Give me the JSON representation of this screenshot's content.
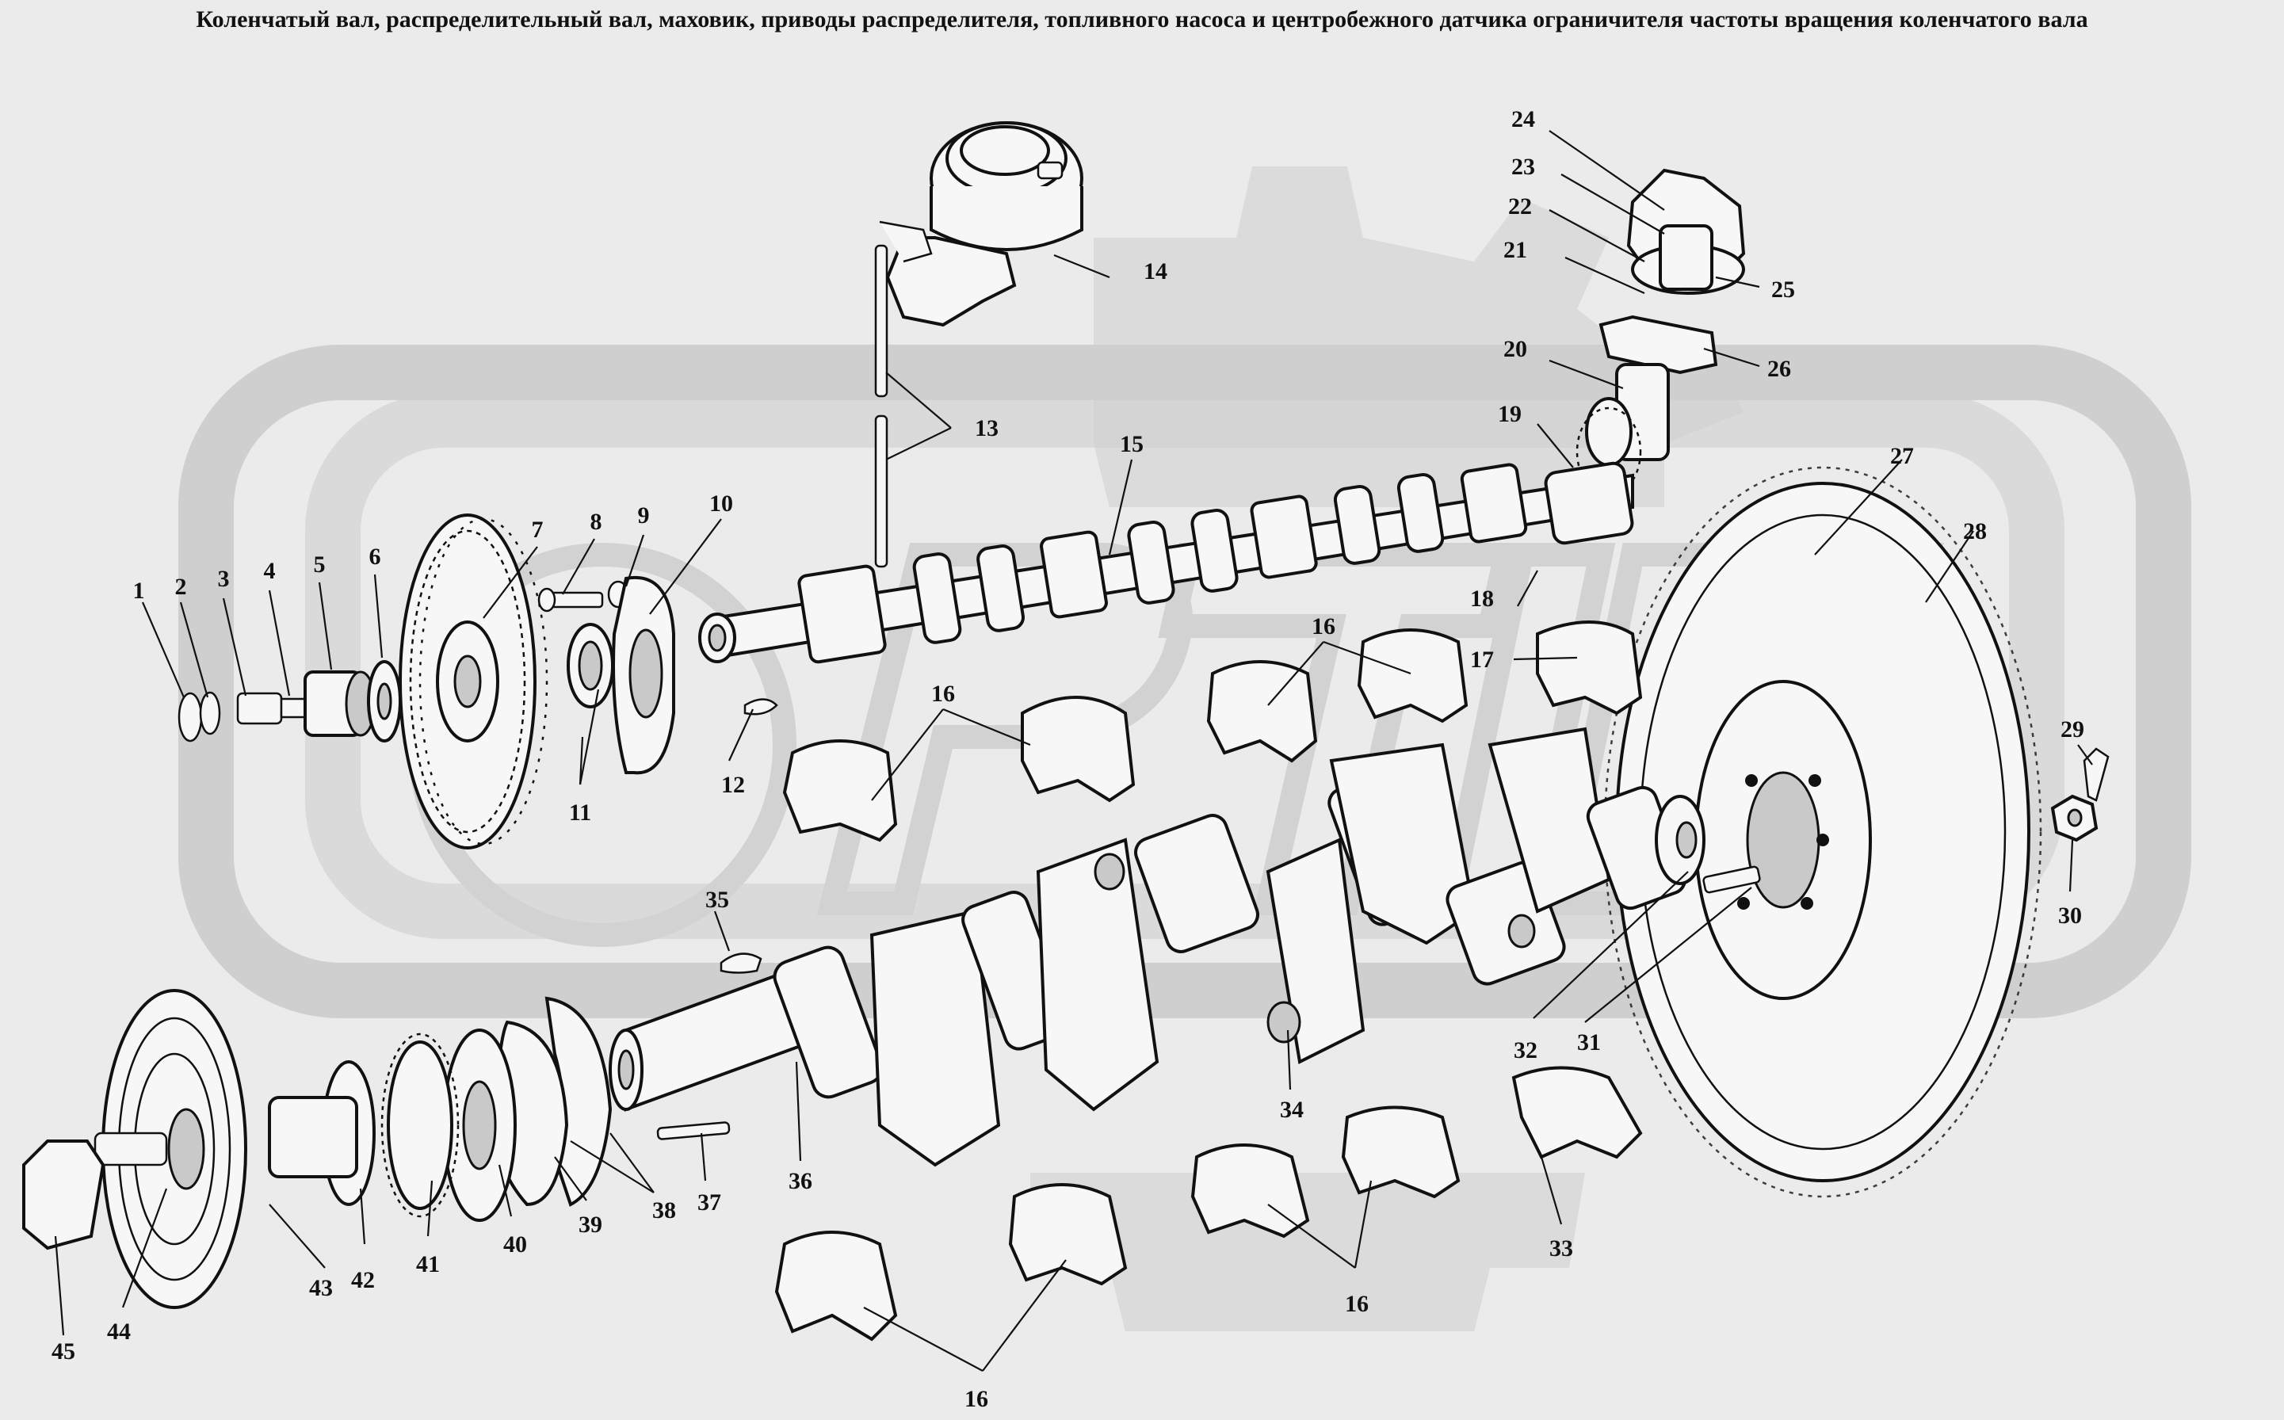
{
  "title": "Коленчатый вал, распределительный вал, маховик, приводы распределителя, топливного насоса и центробежного датчика ограничителя частоты вращения коленчатого вала",
  "watermark": {
    "text": "OPTIK",
    "icon": "gear-logo-watermark"
  },
  "colors": {
    "background": "#ebebeb",
    "ink": "#111111",
    "watermark": "#d0d0d0"
  },
  "labels": [
    "1",
    "2",
    "3",
    "4",
    "5",
    "6",
    "7",
    "8",
    "9",
    "10",
    "11",
    "12",
    "13",
    "14",
    "15",
    "16",
    "16",
    "16",
    "16",
    "17",
    "18",
    "19",
    "20",
    "21",
    "22",
    "23",
    "24",
    "25",
    "26",
    "27",
    "28",
    "29",
    "30",
    "31",
    "32",
    "33",
    "34",
    "35",
    "36",
    "37",
    "38",
    "39",
    "40",
    "41",
    "42",
    "43",
    "44",
    "45"
  ]
}
